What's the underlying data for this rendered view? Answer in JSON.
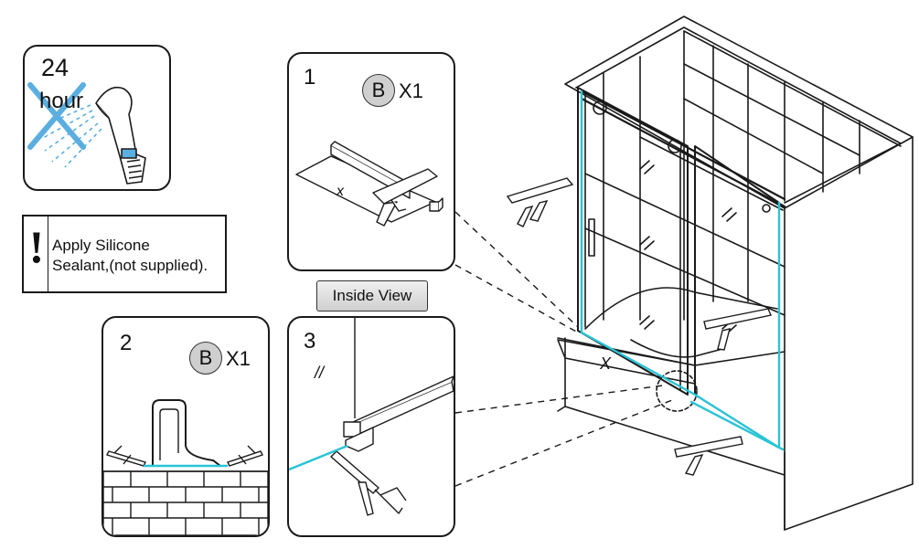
{
  "panel_cure": {
    "hours_number": "24",
    "hours_unit": "hour"
  },
  "warning": {
    "mark": "!",
    "line1": "Apply Silicone",
    "line2": "Sealant,(not supplied)."
  },
  "step1": {
    "number": "1",
    "part_label": "B",
    "part_qty": "X1",
    "mark": "x"
  },
  "step2": {
    "number": "2",
    "part_label": "B",
    "part_qty": "X1"
  },
  "step3": {
    "number": "3",
    "mark": "//"
  },
  "inside_view_label": "Inside View",
  "main_view": {
    "mark": "X"
  },
  "colors": {
    "outline": "#1a1a1a",
    "sealant_line": "#29c4d6",
    "badge_fill": "#cfcfcf",
    "water_spray": "#5aaee0"
  },
  "icons": [
    "no-shower-icon",
    "caulking-gun-icon",
    "warning-icon"
  ]
}
